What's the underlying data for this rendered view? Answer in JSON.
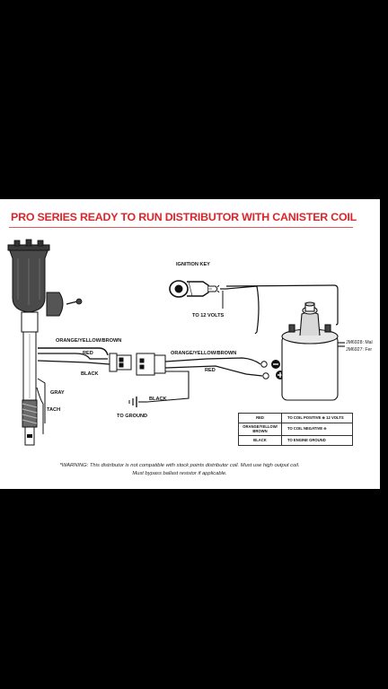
{
  "title": "PRO SERIES READY TO RUN DISTRIBUTOR WITH CANISTER COIL",
  "labels": {
    "ignition_key": "IGNITION KEY",
    "to_12_volts": "TO 12 VOLTS",
    "orange_yellow_brown_left": "ORANGE/YELLOW/BROWN",
    "red_left": "RED",
    "black_left": "BLACK",
    "orange_yellow_brown_right": "ORANGE/YELLOW/BROWN",
    "red_right": "RED",
    "black_ground": "BLACK",
    "to_ground": "TO GROUND",
    "gray": "GRAY",
    "tach": "TACH",
    "part_1": "JM6928: Mal",
    "part_2": "JM6927: Fer"
  },
  "legend": [
    {
      "wire": "RED",
      "destination": "TO COIL POSITIVE ⊕ 12 VOLTS"
    },
    {
      "wire": "ORANGE/YELLOW/ BROWN",
      "destination": "TO COIL NEGATIVE ⊖"
    },
    {
      "wire": "BLACK",
      "destination": "TO ENGINE GROUND"
    }
  ],
  "warning_line1": "*WARNING: This distributor is not compatible with stock points distributor coil. Must use high output coil.",
  "warning_line2": "Must bypass ballast resistor if applicable.",
  "colors": {
    "title": "#d8272d",
    "ink": "#111111",
    "distributor_cap": "#4a4a4a",
    "background": "#000000"
  }
}
